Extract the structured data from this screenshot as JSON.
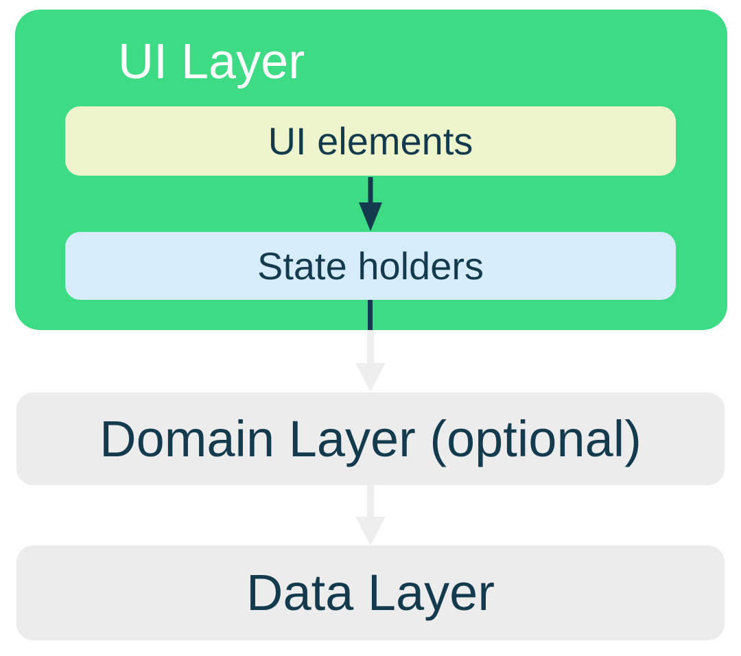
{
  "layers": {
    "ui": {
      "title": "UI Layer",
      "children": [
        {
          "label": "UI elements"
        },
        {
          "label": "State holders"
        }
      ]
    },
    "domain": {
      "label": "Domain Layer (optional)"
    },
    "data": {
      "label": "Data Layer"
    }
  },
  "flow": [
    "UI elements -> State holders",
    "State holders -> Domain Layer (optional)",
    "Domain Layer (optional) -> Data Layer"
  ],
  "colors": {
    "page-bg": "#ffffff",
    "green": "#3ddc84",
    "cream": "#eef5cd",
    "light-blue": "#d7ecfa",
    "gray-box": "#ececec",
    "gray-arrow": "#eeeeee",
    "navy": "#143a4e",
    "white": "#ffffff"
  }
}
